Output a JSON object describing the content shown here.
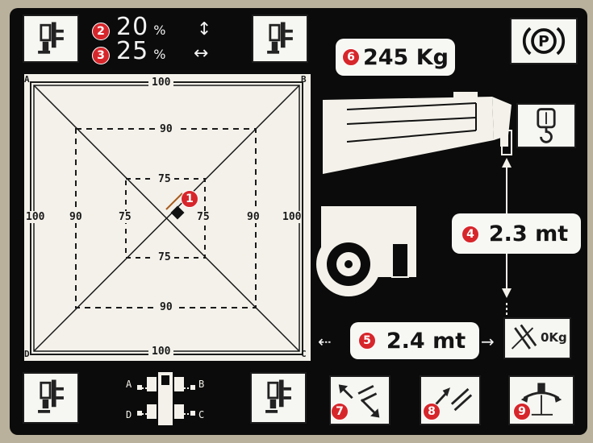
{
  "markers": {
    "m1": "1",
    "m2": "2",
    "m3": "3",
    "m4": "4",
    "m5": "5",
    "m6": "6",
    "m7": "7",
    "m8": "8",
    "m9": "9"
  },
  "levels": {
    "vertical_value": "20",
    "horizontal_value": "25",
    "percent_symbol": "%",
    "vertical_arrow": "↕",
    "horizontal_arrow": "↔"
  },
  "load": {
    "value": "245 Kg"
  },
  "height": {
    "value": "2.3 mt"
  },
  "reach": {
    "value": "2.4 mt"
  },
  "grid_labels": {
    "corner_a": "A",
    "corner_b": "B",
    "corner_c": "C",
    "corner_d": "D",
    "top": "100",
    "bottom": "100",
    "left": "100",
    "right": "100",
    "mid_top": "90",
    "mid_bottom": "90",
    "mid_left": "90",
    "mid_right": "90",
    "inner_top": "75",
    "inner_bottom": "75",
    "inner_left": "75",
    "inner_right": "75"
  },
  "chassis_labels": {
    "a": "A",
    "b": "B",
    "c": "C",
    "d": "D"
  },
  "overload_button": {
    "label": "0Kg"
  },
  "colors": {
    "screen": "#0b0b0b",
    "panel": "#f6f6f2",
    "badge": "#d7262b"
  }
}
